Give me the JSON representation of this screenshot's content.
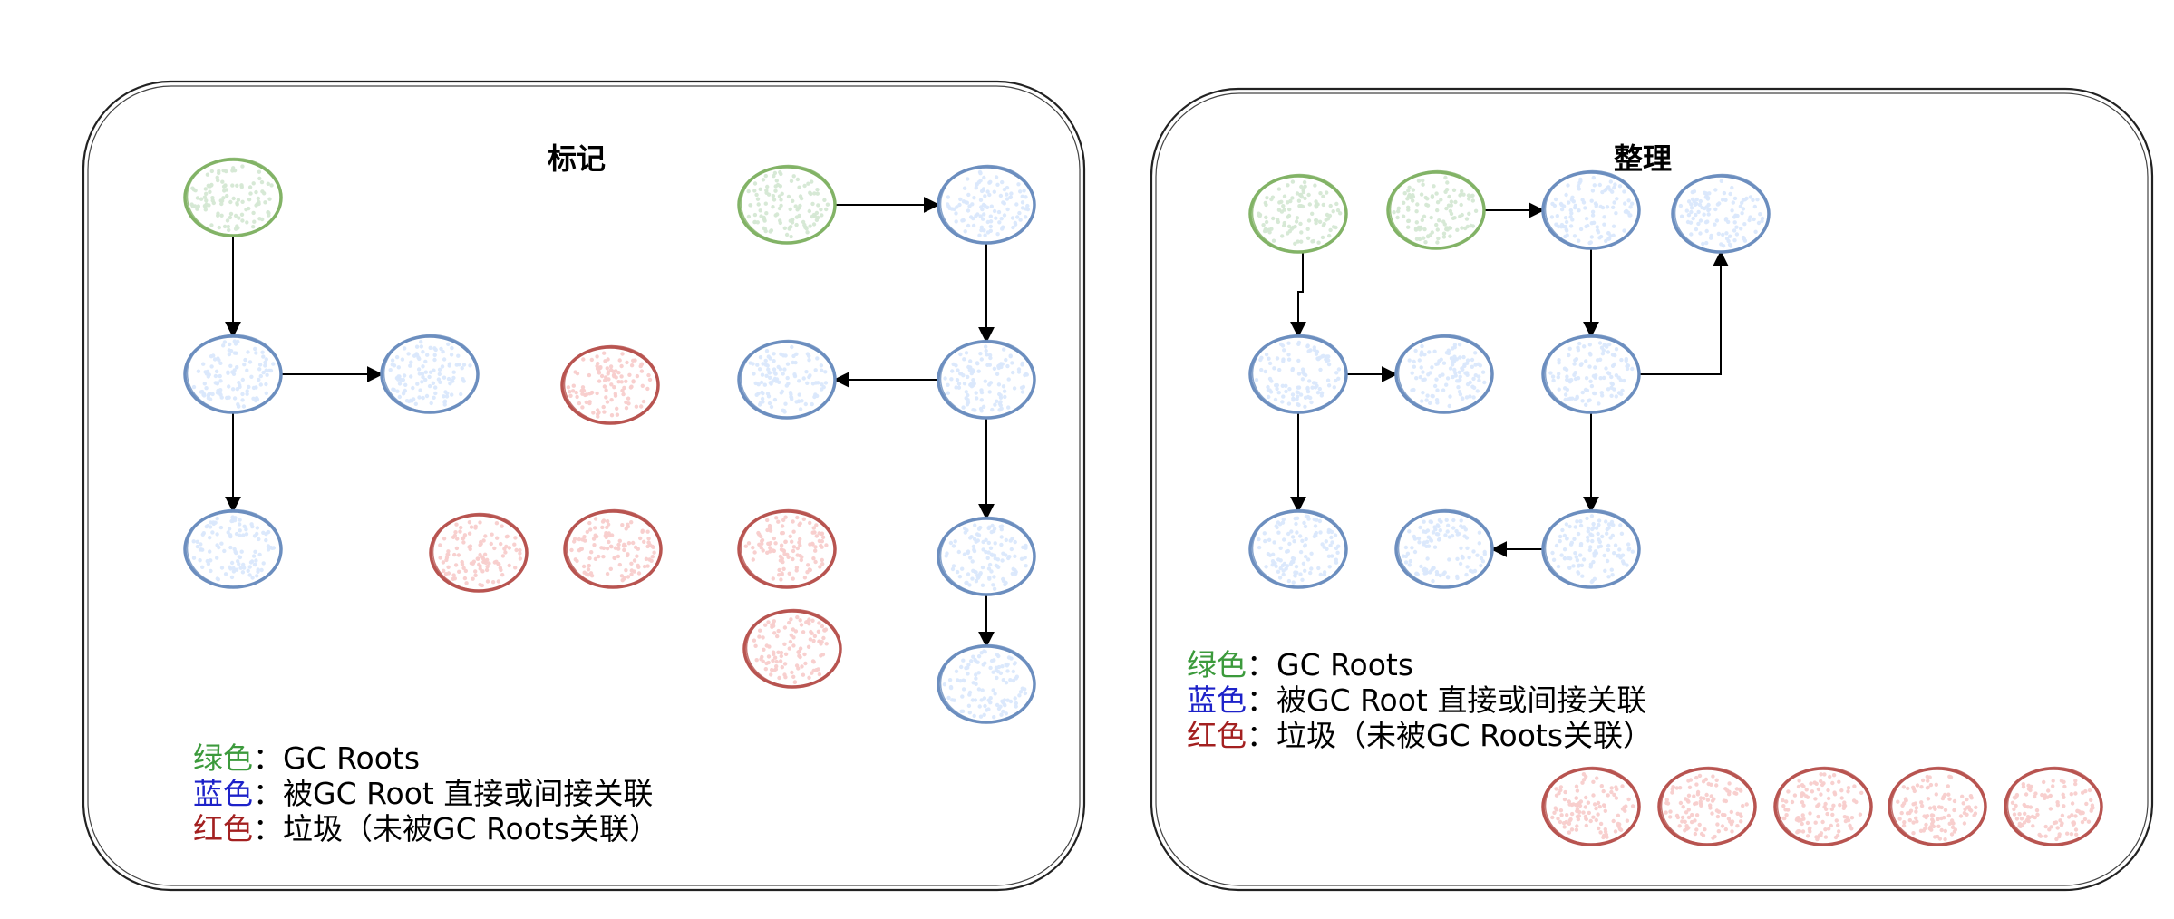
{
  "colors": {
    "root": {
      "stroke": "#82b366",
      "fill": "#d5e8d4"
    },
    "live": {
      "stroke": "#6c8ebf",
      "fill": "#dae8fc"
    },
    "garbage": {
      "stroke": "#b85450",
      "fill": "#f8cecc"
    },
    "legend_green": "#3c9a3c",
    "legend_blue": "#1d22c9",
    "legend_red": "#a32020"
  },
  "panels": [
    {
      "id": "mark",
      "title": "标记",
      "legend": [
        {
          "key": "绿色",
          "sep": "：",
          "text": "GC Roots",
          "color": "legend_green"
        },
        {
          "key": "蓝色",
          "sep": "：",
          "text": "被GC Root 直接或间接关联",
          "color": "legend_blue"
        },
        {
          "key": "红色",
          "sep": "：",
          "text": "垃圾（未被GC Roots关联）",
          "color": "legend_red"
        }
      ],
      "nodes": [
        {
          "id": "m1",
          "kind": "root"
        },
        {
          "id": "m2",
          "kind": "live"
        },
        {
          "id": "m3",
          "kind": "live"
        },
        {
          "id": "m4",
          "kind": "live"
        },
        {
          "id": "m5",
          "kind": "garbage"
        },
        {
          "id": "m6",
          "kind": "garbage"
        },
        {
          "id": "m7",
          "kind": "garbage"
        },
        {
          "id": "m8",
          "kind": "root"
        },
        {
          "id": "m9",
          "kind": "live"
        },
        {
          "id": "m10",
          "kind": "live"
        },
        {
          "id": "m11",
          "kind": "live"
        },
        {
          "id": "m12",
          "kind": "garbage"
        },
        {
          "id": "m13",
          "kind": "live"
        },
        {
          "id": "m14",
          "kind": "garbage"
        },
        {
          "id": "m15",
          "kind": "live"
        }
      ],
      "edges": [
        [
          "m1",
          "m2"
        ],
        [
          "m2",
          "m3"
        ],
        [
          "m2",
          "m4"
        ],
        [
          "m8",
          "m9"
        ],
        [
          "m9",
          "m10"
        ],
        [
          "m10",
          "m11"
        ],
        [
          "m10",
          "m13"
        ],
        [
          "m13",
          "m15"
        ]
      ]
    },
    {
      "id": "compact",
      "title": "整理",
      "legend": [
        {
          "key": "绿色",
          "sep": "：",
          "text": "GC Roots",
          "color": "legend_green"
        },
        {
          "key": "蓝色",
          "sep": "：",
          "text": "被GC Root 直接或间接关联",
          "color": "legend_blue"
        },
        {
          "key": "红色",
          "sep": "：",
          "text": "垃圾（未被GC Roots关联）",
          "color": "legend_red"
        }
      ],
      "nodes": [
        {
          "id": "c1",
          "kind": "root"
        },
        {
          "id": "c2",
          "kind": "root"
        },
        {
          "id": "c3",
          "kind": "live"
        },
        {
          "id": "c4",
          "kind": "live"
        },
        {
          "id": "c5",
          "kind": "live"
        },
        {
          "id": "c6",
          "kind": "live"
        },
        {
          "id": "c7",
          "kind": "live"
        },
        {
          "id": "c8",
          "kind": "live"
        },
        {
          "id": "c9",
          "kind": "live"
        },
        {
          "id": "c10",
          "kind": "live"
        },
        {
          "id": "c11",
          "kind": "garbage"
        },
        {
          "id": "c12",
          "kind": "garbage"
        },
        {
          "id": "c13",
          "kind": "garbage"
        },
        {
          "id": "c14",
          "kind": "garbage"
        },
        {
          "id": "c15",
          "kind": "garbage"
        }
      ],
      "edges": [
        [
          "c1",
          "c5"
        ],
        [
          "c5",
          "c6"
        ],
        [
          "c5",
          "c8"
        ],
        [
          "c2",
          "c3"
        ],
        [
          "c3",
          "c7"
        ],
        [
          "c7",
          "c4"
        ],
        [
          "c7",
          "c10"
        ],
        [
          "c10",
          "c9"
        ]
      ]
    }
  ]
}
